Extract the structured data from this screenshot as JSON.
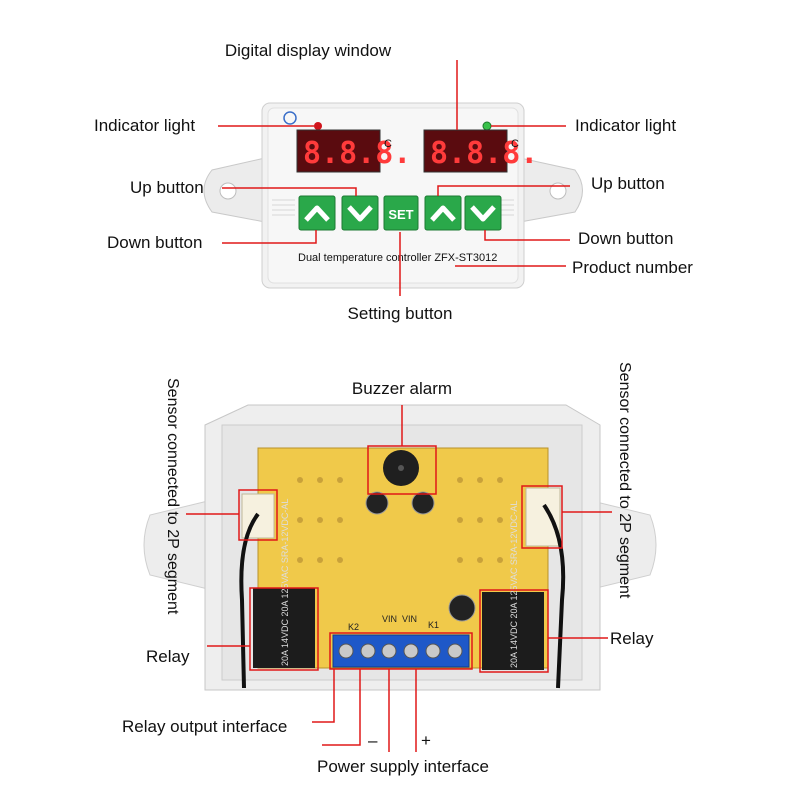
{
  "top_diagram": {
    "labels": {
      "display_window": "Digital display window",
      "indicator_left": "Indicator light",
      "indicator_right": "Indicator light",
      "up_left": "Up button",
      "up_right": "Up button",
      "down_left": "Down button",
      "down_right": "Down button",
      "product_number": "Product number",
      "setting_button": "Setting button"
    },
    "panel": {
      "product_text": "Dual temperature controller ZFX-ST3012",
      "set_label": "SET",
      "unit_left": "C",
      "unit_right": "C",
      "display_left": "8.8.8.",
      "display_right": "8.8.8."
    },
    "colors": {
      "indicator_left": "#d0141b",
      "indicator_right": "#39c14a",
      "button_green": "#2aa84a",
      "display_red": "#ff3b3b",
      "callout_red": "#e01818"
    }
  },
  "bottom_diagram": {
    "labels": {
      "buzzer": "Buzzer alarm",
      "sensor_left": "Sensor connected to 2P segment",
      "sensor_right": "Sensor connected to 2P segment",
      "relay_left": "Relay",
      "relay_right": "Relay",
      "relay_output": "Relay output interface",
      "power_supply": "Power supply interface",
      "minus": "–",
      "plus": "+"
    },
    "board": {
      "k2": "K2",
      "vin1": "VIN",
      "vin2": "VIN",
      "k1": "K1",
      "relay_text_left": "20A 14VDC 20A 125VAC SRA-12VDC-AL",
      "relay_text_right": "20A 14VDC 20A 125VAC SRA-12VDC-AL"
    }
  }
}
